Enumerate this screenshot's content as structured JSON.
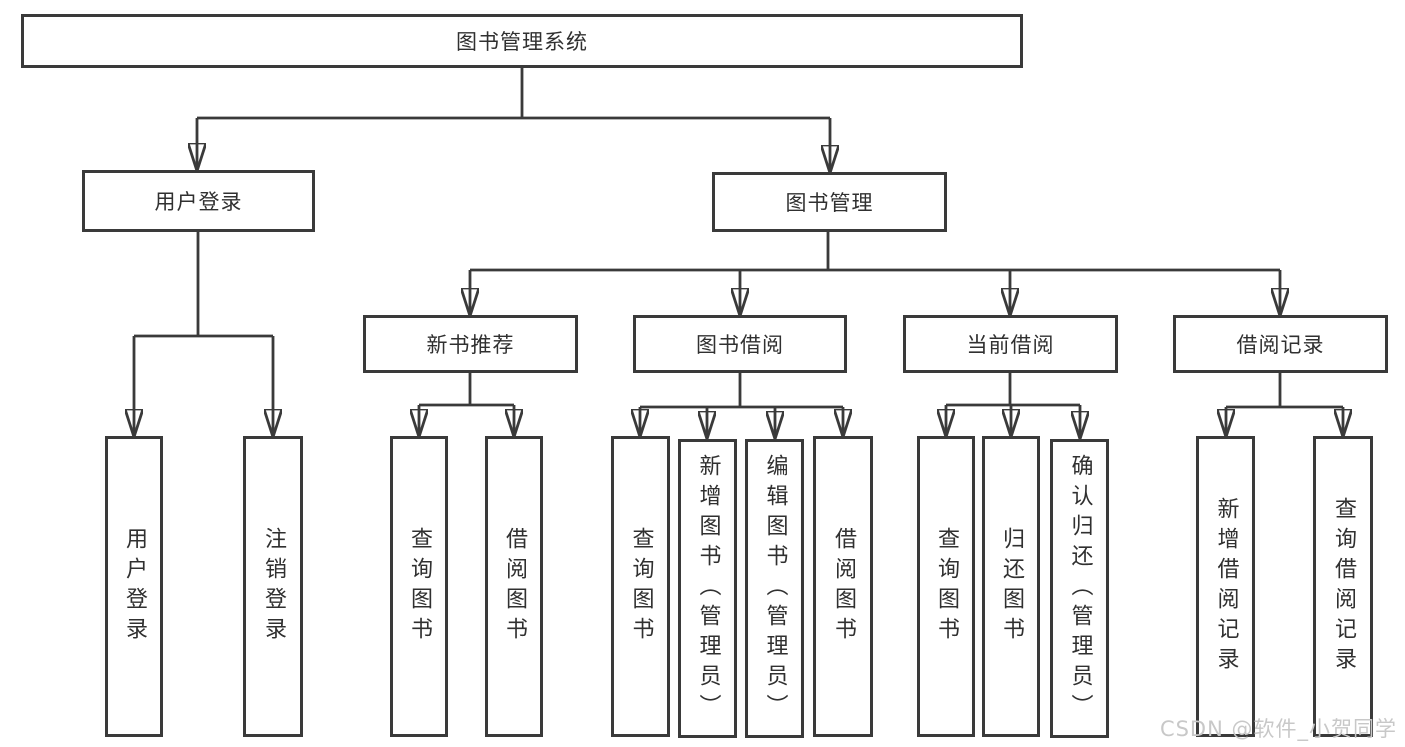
{
  "diagram": {
    "root": {
      "label": "图书管理系统"
    },
    "level2": [
      {
        "label": "用户登录",
        "children": [
          "用户登录",
          "注销登录"
        ]
      },
      {
        "label": "图书管理"
      }
    ],
    "level3": [
      {
        "label": "新书推荐",
        "children": [
          "查询图书",
          "借阅图书"
        ]
      },
      {
        "label": "图书借阅",
        "children": [
          "查询图书",
          "新增图书（管理员）",
          "编辑图书（管理员）",
          "借阅图书"
        ]
      },
      {
        "label": "当前借阅",
        "children": [
          "查询图书",
          "归还图书",
          "确认归还（管理员）"
        ]
      },
      {
        "label": "借阅记录",
        "children": [
          "新增借阅记录",
          "查询借阅记录"
        ]
      }
    ],
    "watermark": {
      "text": "CSDN @软件_小贺同学"
    },
    "colors": {
      "line": "#3a3a3a",
      "text": "#303030",
      "box_background": "#ffffff",
      "watermark": "#c8c8c8"
    }
  }
}
